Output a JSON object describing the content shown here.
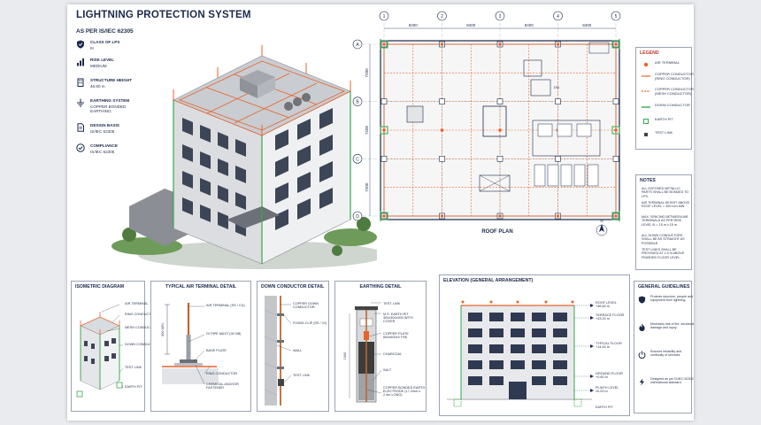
{
  "header": {
    "title": "LIGHTNING PROTECTION SYSTEM",
    "subtitle": "AS PER IS/IEC 62305"
  },
  "specs": [
    {
      "label": "CLASS OF LPS",
      "value": "III",
      "icon": "shield-icon"
    },
    {
      "label": "RISK LEVEL",
      "value": "MEDIUM",
      "icon": "bar-chart-icon"
    },
    {
      "label": "STRUCTURE HEIGHT",
      "value": "46.80 m",
      "icon": "building-icon"
    },
    {
      "label": "EARTHING SYSTEM",
      "value": "COPPER BONDED EARTHING",
      "icon": "earth-icon"
    },
    {
      "label": "DESIGN BASIS",
      "value": "IS/IEC 62305",
      "icon": "document-icon"
    },
    {
      "label": "COMPLIANCE",
      "value": "IS/IEC 62305",
      "icon": "check-circle-icon"
    }
  ],
  "roof_plan": {
    "title": "ROOF PLAN",
    "grid_cols": [
      "1",
      "2",
      "3",
      "4",
      "5"
    ],
    "grid_rows": [
      "A",
      "B",
      "C",
      "D"
    ],
    "col_spacing": [
      "8400",
      "8400",
      "8400",
      "8400"
    ],
    "row_spacing": [
      "7200",
      "7200",
      "7200"
    ],
    "dn_label": "DN",
    "north": "N"
  },
  "legend": {
    "title": "LEGEND",
    "items": [
      {
        "label": "AIR TERMINAL",
        "color": "#e8632a",
        "icon": "air-terminal-dot"
      },
      {
        "label": "COPPER CONDUCTOR (RING CONDUCTOR)",
        "color": "#e8632a",
        "icon": "solid-line"
      },
      {
        "label": "COPPER CONDUCTOR (MESH CONDUCTOR)",
        "color": "#e8632a",
        "icon": "dashed-line"
      },
      {
        "label": "DOWN CONDUCTOR",
        "color": "#3aa54a",
        "icon": "green-line"
      },
      {
        "label": "EARTH PIT",
        "color": "#3aa54a",
        "icon": "earth-pit-square"
      },
      {
        "label": "TEST LINK",
        "color": "#444444",
        "icon": "test-link-square"
      }
    ]
  },
  "notes": {
    "title": "NOTES",
    "items": [
      "ALL EXPOSED METALLIC PARTS SHALL BE BONDED TO LPS.",
      "AIR TERMINAL HEIGHT ABOVE ROOF LEVEL = 300 mm MIN.",
      "MAX. SPACING BETWEEN AIR TERMINALS AS PER RISK LEVEL III = 15 m x 15 m.",
      "ALL DOWN CONDUCTORS SHALL BE AS STRAIGHT AS POSSIBLE.",
      "TEST LINKS SHALL BE PROVIDED AT 1.5 m ABOVE FINISHED FLOOR LEVEL."
    ]
  },
  "isometric": {
    "title": "ISOMETRIC DIAGRAM",
    "labels": [
      "AIR TERMINAL",
      "RING CONDUCTOR",
      "MESH CONDUCTOR",
      "DOWN CONDUCTOR",
      "TEST LINK",
      "EARTH PIT"
    ]
  },
  "air_terminal": {
    "title": "TYPICAL AIR TERMINAL DETAIL",
    "dimension": "300 MIN.",
    "labels": [
      "AIR TERMINAL (SS / CU)",
      "GI PIPE MAST (40 NB)",
      "BASE PLATE",
      "RING CONDUCTOR",
      "CHEMICAL ANCHOR FASTENER"
    ]
  },
  "down_conductor": {
    "title": "DOWN CONDUCTOR DETAIL",
    "labels": [
      "COPPER DOWN CONDUCTOR",
      "FIXING CLIP (SS / GI)",
      "WALL",
      "TEST LINK"
    ]
  },
  "earthing": {
    "title": "EARTHING DETAIL",
    "dimension": "1000",
    "labels": [
      "TEST LINK",
      "M.S. EARTH PIT 300x300x300 WITH COVER",
      "COPPER PLATE 600x600x3 THK",
      "CHARCOAL",
      "SALT",
      "COPPER BONDED EARTH ELECTRODE (17.2mm x 2.4m LONG)"
    ]
  },
  "elevation": {
    "title": "ELEVATION (GENERAL ARRANGEMENT)",
    "levels": [
      {
        "name": "ROOF LEVEL",
        "value": "+46.80 m"
      },
      {
        "name": "TERRACE FLOOR",
        "value": "+43.20 m"
      },
      {
        "name": "TYPICAL FLOOR",
        "value": "+14.40 m"
      },
      {
        "name": "GROUND FLOOR",
        "value": "+0.60 m"
      },
      {
        "name": "PLINTH LEVEL",
        "value": "±0.00 m"
      }
    ],
    "earth_pit": "EARTH PIT"
  },
  "guidelines": {
    "title": "GENERAL GUIDELINES",
    "items": [
      {
        "text": "Protects structure, people and equipment from lightning.",
        "icon": "shield-icon"
      },
      {
        "text": "Minimizes risk of fire, structural damage and injury.",
        "icon": "fire-icon"
      },
      {
        "text": "Ensures reliability and continuity of services.",
        "icon": "power-icon"
      },
      {
        "text": "Designed as per IS/IEC 62305 international standard.",
        "icon": "lightning-icon"
      }
    ]
  },
  "colors": {
    "navy": "#1b2a4a",
    "conductor": "#e8632a",
    "down_conductor": "#3aa54a",
    "grid": "#1b2a4a"
  }
}
